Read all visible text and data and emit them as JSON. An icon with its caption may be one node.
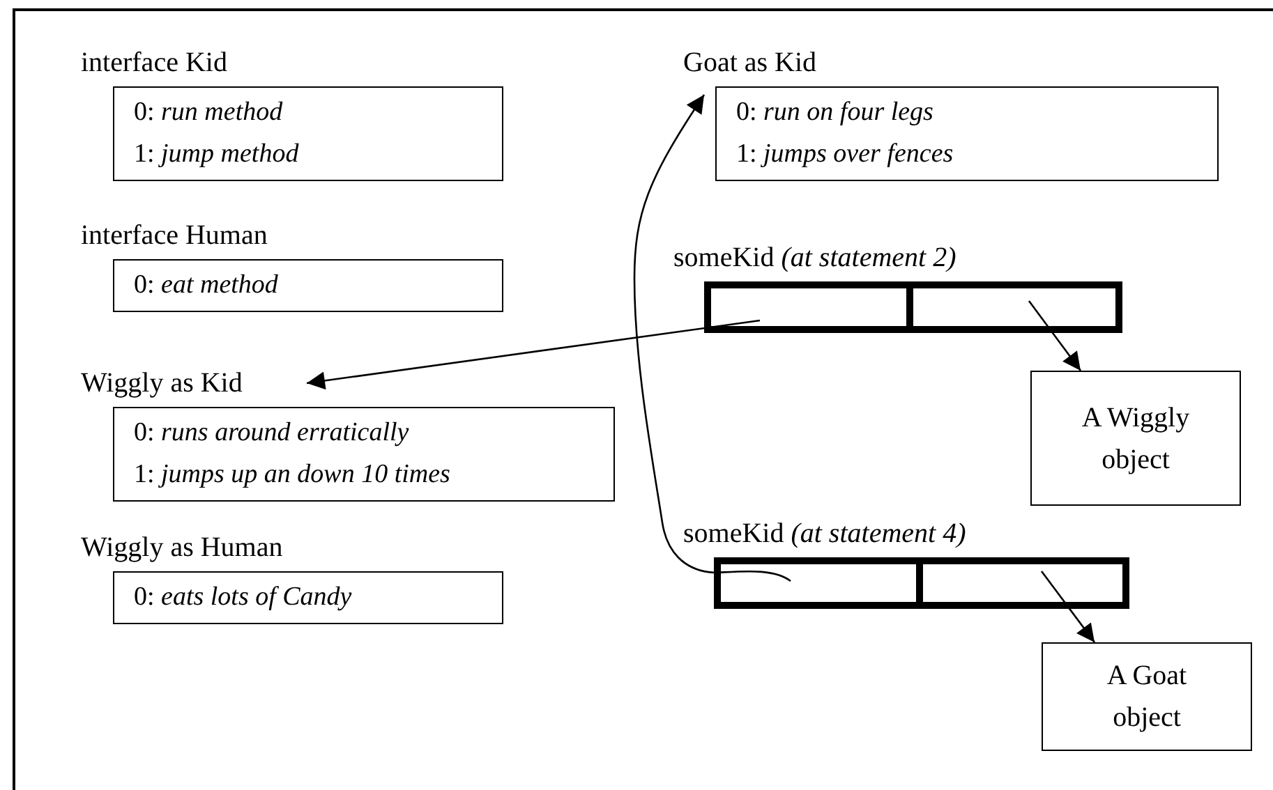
{
  "diagram": {
    "nodes": [
      {
        "text": [
          "interface Kid",
          "0: *run method*",
          "1: *jump method*"
        ]
      },
      {
        "text": [
          "interface Human",
          "0: *eat method*"
        ]
      },
      {
        "text": [
          "Wiggly as Kid",
          "0: *runs around erratically*",
          "1: *jumps up an down 10 times*"
        ]
      },
      {
        "text": [
          "Wiggly as Human",
          "0: *eats lots of Candy*"
        ]
      },
      {
        "text": [
          "Goat as Kid",
          "0: *run on four legs*",
          "1: *jumps over fences*"
        ]
      },
      {
        "text": [
          "someKid *(at statement 2)*"
        ]
      },
      {
        "text": [],
        "shape": "box",
        "in": 5
      },
      {
        "text": [],
        "shape": "box",
        "in": 5
      },
      {
        "text": [
          "A Wiggly object"
        ]
      },
      {
        "text": [
          "someKid *(at statement 4)*"
        ]
      },
      {
        "text": [],
        "shape": "box",
        "in": 9
      },
      {
        "text": [],
        "shape": "box",
        "in": 9
      },
      {
        "text": [
          "A Goat object"
        ]
      }
    ],
    "edges": [
      {
        "from": 6,
        "to": 2,
        "arrow": "to"
      },
      {
        "from": 7,
        "to": 8,
        "arrow": "to"
      },
      {
        "from": 10,
        "to": 4,
        "arrow": "to"
      },
      {
        "from": 11,
        "to": 12,
        "arrow": "to"
      }
    ]
  }
}
